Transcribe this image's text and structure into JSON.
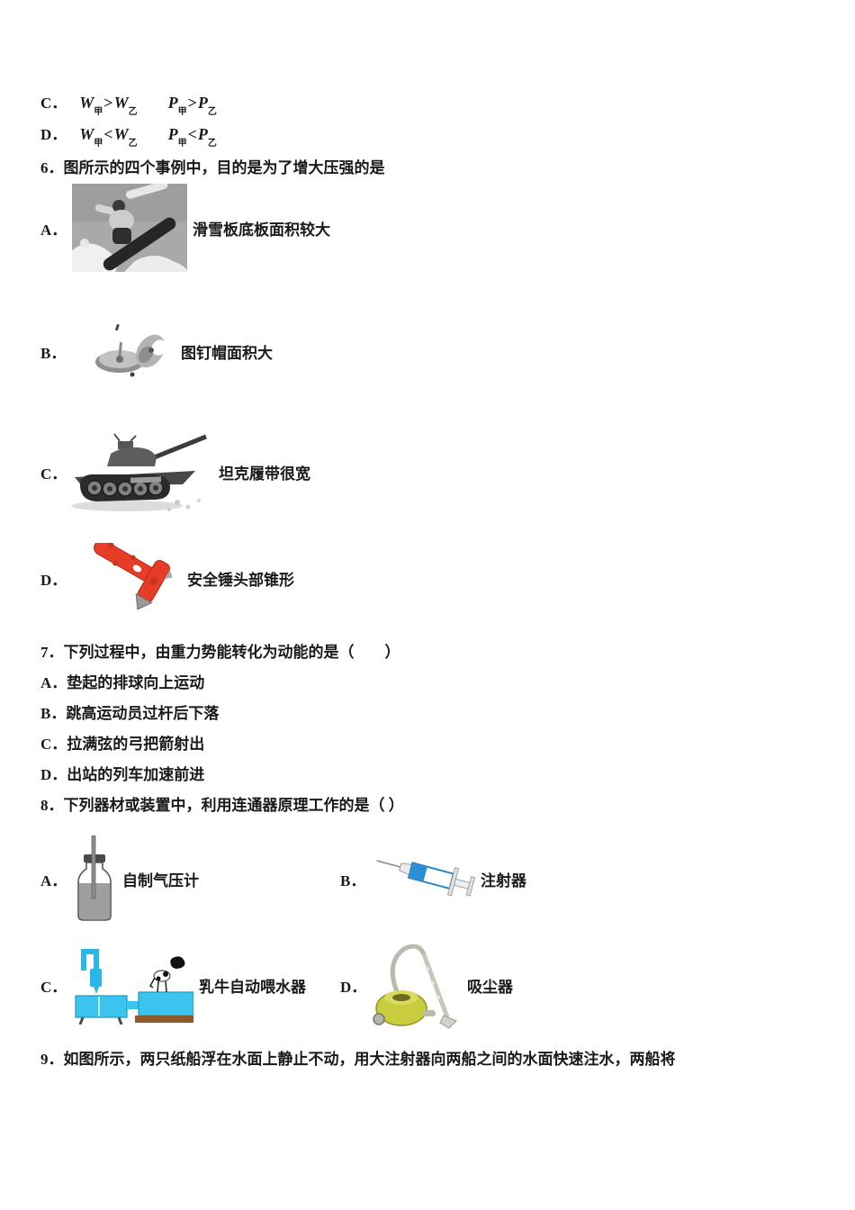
{
  "page": {
    "background": "#ffffff",
    "text_color": "#1a1a1a"
  },
  "q5": {
    "options": [
      {
        "label": "C．",
        "v1": "W",
        "s1": "甲",
        "op1": ">",
        "v2": "W",
        "s2": "乙",
        "v3": "P",
        "s3": "甲",
        "op2": ">",
        "v4": "P",
        "s4": "乙"
      },
      {
        "label": "D．",
        "v1": "W",
        "s1": "甲",
        "op1": "<",
        "v2": "W",
        "s2": "乙",
        "v3": "P",
        "s3": "甲",
        "op2": "<",
        "v4": "P",
        "s4": "乙"
      }
    ]
  },
  "q6": {
    "number": "6．",
    "text": "图所示的四个事例中，目的是为了增大压强的是",
    "options": [
      {
        "label": "A．",
        "caption": "滑雪板底板面积较大",
        "figure": "snowboarder-photo"
      },
      {
        "label": "B．",
        "caption": "图钉帽面积大",
        "figure": "thumbtacks-photo"
      },
      {
        "label": "C．",
        "caption": "坦克履带很宽",
        "figure": "tank-photo"
      },
      {
        "label": "D．",
        "caption": "安全锤头部锥形",
        "figure": "safety-hammer-photo"
      }
    ]
  },
  "q7": {
    "number": "7．",
    "text": "下列过程中，由重力势能转化为动能的是（　　）",
    "options": [
      {
        "label": "A．",
        "text": "垫起的排球向上运动"
      },
      {
        "label": "B．",
        "text": "跳高运动员过杆后下落"
      },
      {
        "label": "C．",
        "text": "拉满弦的弓把箭射出"
      },
      {
        "label": "D．",
        "text": "出站的列车加速前进"
      }
    ]
  },
  "q8": {
    "number": "8．",
    "text": "下列器材或装置中，利用连通器原理工作的是（ ）",
    "options": [
      {
        "label": "A．",
        "caption": "自制气压计",
        "figure": "bottle-barometer-diagram"
      },
      {
        "label": "B．",
        "caption": "注射器",
        "figure": "syringe-diagram"
      },
      {
        "label": "C．",
        "caption": "乳牛自动喂水器",
        "figure": "cow-waterer-diagram"
      },
      {
        "label": "D．",
        "caption": "吸尘器",
        "figure": "vacuum-cleaner-diagram"
      }
    ]
  },
  "q9": {
    "number": "9．",
    "text": "如图所示，两只纸船浮在水面上静止不动，用大注射器向两船之间的水面快速注水，两船将"
  },
  "figure_colors": {
    "photo_gray": "#a9a9a9",
    "hammer_red": "#e63c28",
    "syringe_blue": "#2a8fd4",
    "water_blue": "#3cc4ee",
    "base_brown": "#8a5a2a",
    "vacuum_yellow": "#c9cc3f"
  }
}
